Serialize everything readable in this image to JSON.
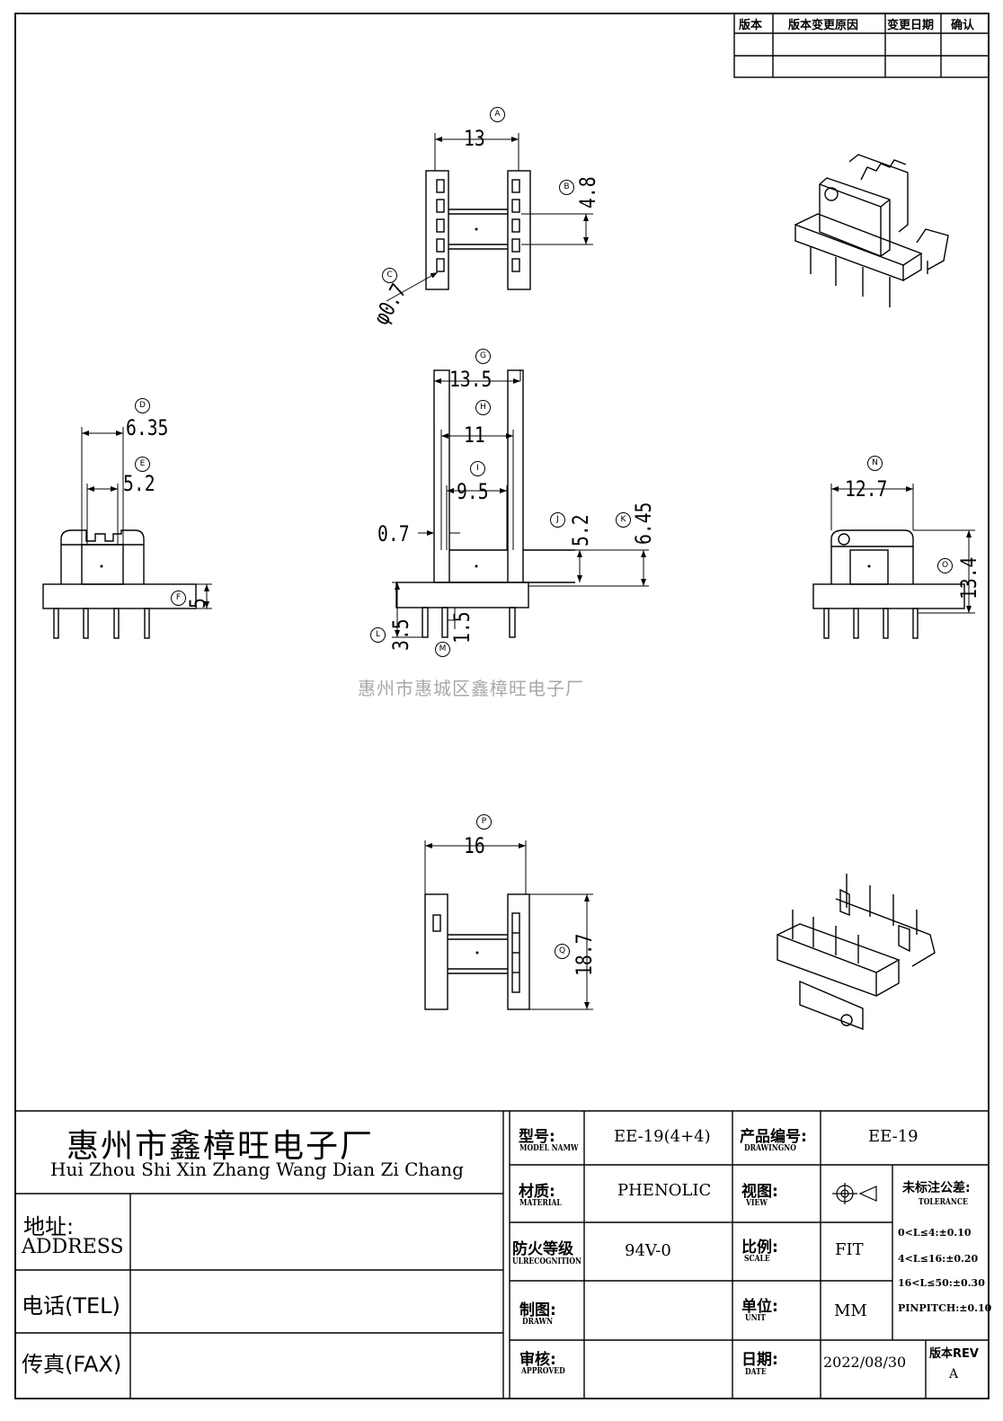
{
  "revision_table": {
    "headers": [
      "版本",
      "版本变更原因",
      "变更日期",
      "确认"
    ]
  },
  "dimensions": {
    "A": {
      "letter": "A",
      "value": "13"
    },
    "B": {
      "letter": "B",
      "value": "4.8"
    },
    "C": {
      "letter": "C",
      "value": "φ0.7"
    },
    "D": {
      "letter": "D",
      "value": "6.35"
    },
    "E": {
      "letter": "E",
      "value": "5.2"
    },
    "F": {
      "letter": "F",
      "value": "5"
    },
    "G": {
      "letter": "G",
      "value": "13.5"
    },
    "H": {
      "letter": "H",
      "value": "11"
    },
    "I": {
      "letter": "I",
      "value": "9.5"
    },
    "J": {
      "letter": "J",
      "value": "5.2"
    },
    "K": {
      "letter": "K",
      "value": "6.45"
    },
    "L": {
      "letter": "L",
      "value": "3.5"
    },
    "M": {
      "letter": "M",
      "value": "1.5"
    },
    "N": {
      "letter": "N",
      "value": "12.7"
    },
    "O": {
      "letter": "O",
      "value": "13.4"
    },
    "P": {
      "letter": "P",
      "value": "16"
    },
    "Q": {
      "letter": "Q",
      "value": "18.7"
    },
    "plain_07": "0.7"
  },
  "watermark": "惠州市惠城区鑫樟旺电子厂",
  "title_block": {
    "company_cn": "惠州市鑫樟旺电子厂",
    "company_en": "Hui Zhou Shi Xin Zhang Wang Dian Zi Chang",
    "address_cn": "地址:",
    "address_en": "ADDRESS",
    "tel": "电话(TEL)",
    "fax": "传真(FAX)",
    "model_cn": "型号:",
    "model_en": "MODEL NAMW",
    "model_value": "EE-19(4+4)",
    "material_cn": "材质:",
    "material_en": "MATERIAL",
    "material_value": "PHENOLIC",
    "fire_cn": "防火等级",
    "fire_en": "ULRECOGNITION",
    "fire_value": "94V-0",
    "drawn_cn": "制图:",
    "drawn_en": "DRAWN",
    "approved_cn": "审核:",
    "approved_en": "APPROVED",
    "drawingno_cn": "产品编号:",
    "drawingno_en": "DRAWINGNO",
    "drawingno_value": "EE-19",
    "view_cn": "视图:",
    "view_en": "VIEW",
    "scale_cn": "比例:",
    "scale_en": "SCALE",
    "scale_value": "FIT",
    "unit_cn": "单位:",
    "unit_en": "UNIT",
    "unit_value": "MM",
    "date_cn": "日期:",
    "date_en": "DATE",
    "date_value": "2022/08/30",
    "tolerance_cn": "未标注公差:",
    "tolerance_en": "TOLERANCE",
    "tolerance_lines": [
      "0<L≤4:±0.10",
      "4<L≤16:±0.20",
      "16<L≤50:±0.30",
      "PINPITCH:±0.10"
    ],
    "rev_label": "版本REV",
    "rev_value": "A"
  }
}
